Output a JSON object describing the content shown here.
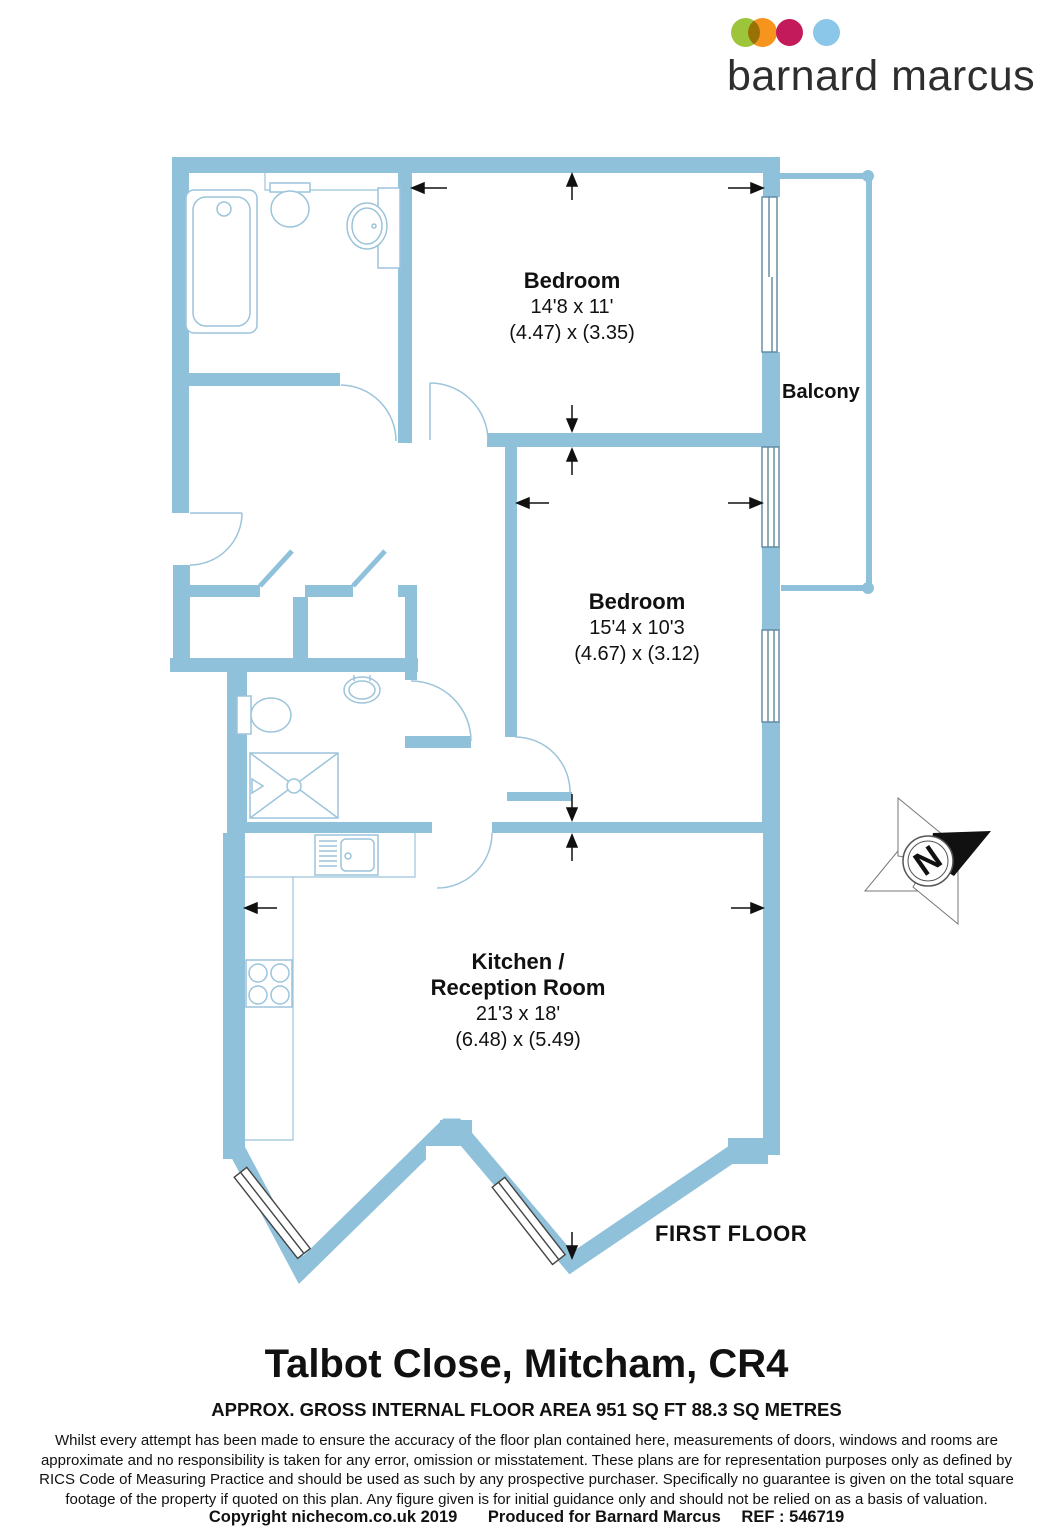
{
  "logo": {
    "brand": "barnard marcus",
    "dot_colors": [
      "#9DC53C",
      "#F7941D",
      "#C21A5B",
      "#8BC7E8"
    ]
  },
  "plan": {
    "wall_color": "#8FC1DB",
    "compass_n": "N",
    "floor_label": "FIRST FLOOR",
    "balcony_label": "Balcony",
    "rooms": [
      {
        "name": "Bedroom",
        "imperial": "14'8 x 11'",
        "metric": "(4.47) x (3.35)"
      },
      {
        "name": "Bedroom",
        "imperial": "15'4 x 10'3",
        "metric": "(4.67) x (3.12)"
      },
      {
        "name": "Kitchen /",
        "name2": "Reception Room",
        "imperial": "21'3 x 18'",
        "metric": "(6.48) x (5.49)"
      }
    ]
  },
  "footer": {
    "title": "Talbot Close, Mitcham, CR4",
    "area_line": "APPROX. GROSS INTERNAL FLOOR AREA 951 SQ FT 88.3 SQ METRES",
    "disclaimer_lines": [
      "Whilst every attempt has been made to ensure the accuracy of the floor plan contained here, measurements of doors, windows and rooms are",
      "approximate and no responsibility is taken for any error, omission or misstatement. These plans are for representation purposes only as defined by",
      "RICS Code of Measuring Practice and should be used as such by any prospective purchaser.  Specifically no guarantee is given on the total square",
      "footage of the property if quoted on this plan. Any figure given is for initial guidance only and should not be relied on as a basis of valuation."
    ],
    "copyright": "Copyright nichecom.co.uk 2019",
    "produced": "Produced for Barnard Marcus",
    "ref": "REF : 546719"
  }
}
